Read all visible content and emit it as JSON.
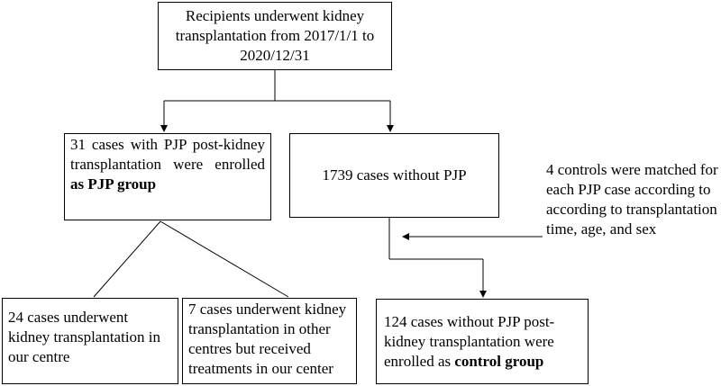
{
  "boxes": {
    "top": "Recipients underwent kidney transplantation from 2017/1/1 to 2020/12/31",
    "pjp_group": {
      "text": "31 cases with PJP post-kidney transplantation were enrolled",
      "emphasis": "as PJP group"
    },
    "without_pjp": "1739 cases without PJP",
    "our_centre": "24 cases underwent kidney transplantation in our centre",
    "other_centres": "7 cases underwent kidney transplantation in other centres but received treatments in our center",
    "control_group": {
      "text": "124 cases without PJP post-kidney transplantation were enrolled as",
      "emphasis": "control group"
    }
  },
  "note": "4 controls were matched for each PJP case according to according to transplantation time, age, and sex"
}
